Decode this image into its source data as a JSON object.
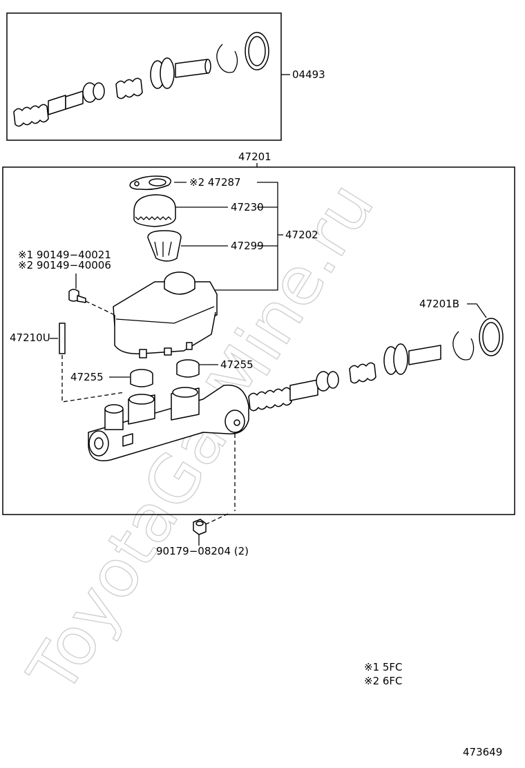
{
  "watermark": "ToyotaGarMine.ru",
  "labels": {
    "p04493": "04493",
    "p47201": "47201",
    "p47287": "※2 47287",
    "p47230": "47230",
    "p47202": "47202",
    "p47299": "47299",
    "p90149a": "※1 90149−40021",
    "p90149b": "※2 90149−40006",
    "p47201B": "47201B",
    "p47210U": "47210U",
    "p47255a": "47255",
    "p47255b": "47255",
    "p90179": "90179−08204 (2)"
  },
  "notes": {
    "n1": "※1  5FC",
    "n2": "※2  6FC"
  },
  "diagram_id": "473649"
}
